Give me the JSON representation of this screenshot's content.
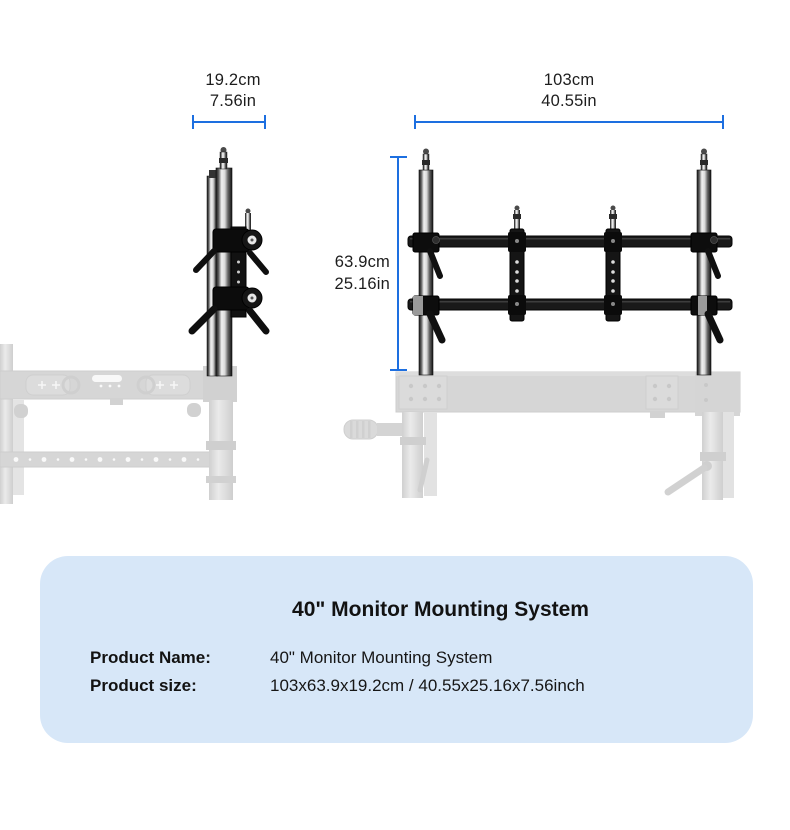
{
  "colors": {
    "dimension_blue": "#1d6fe0",
    "panel_background": "#d7e7f8",
    "text_dark": "#121212"
  },
  "dimensions": {
    "side_width_cm": "19.2cm",
    "side_width_in": "7.56in",
    "front_width_cm": "103cm",
    "front_width_in": "40.55in",
    "height_cm": "63.9cm",
    "height_in": "25.16in"
  },
  "info_panel": {
    "title": "40\" Monitor Mounting System",
    "rows": [
      {
        "label": "Product Name:",
        "value": "40\" Monitor Mounting System"
      },
      {
        "label": "Product size:",
        "value": "103x63.9x19.2cm / 40.55x25.16x7.56inch"
      }
    ]
  }
}
